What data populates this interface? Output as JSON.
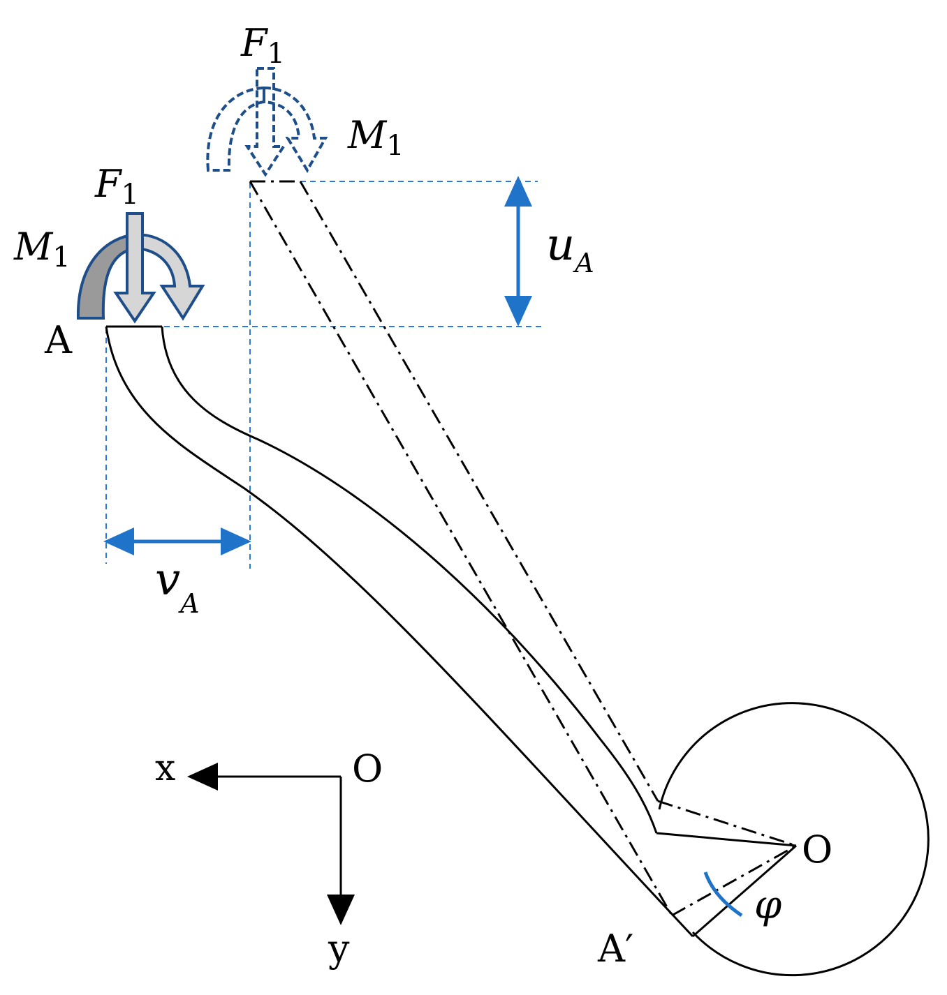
{
  "labels": {
    "force_top": {
      "main": "F",
      "sub": "1"
    },
    "moment_top": {
      "main": "M",
      "sub": "1"
    },
    "force_A": {
      "main": "F",
      "sub": "1"
    },
    "moment_A": {
      "main": "M",
      "sub": "1"
    },
    "point_A": "A",
    "point_A_prime": "A′",
    "point_O_right": "O",
    "axis_origin": "O",
    "axis_x": "x",
    "axis_y": "y",
    "u_disp": {
      "main": "u",
      "sub": "A"
    },
    "v_disp": {
      "main": "v",
      "sub": "A"
    },
    "angle": "φ"
  },
  "colors": {
    "blue": "#1f73c8",
    "navy": "#1d4e89",
    "gray_fill": "#d0d0d0",
    "dark_gray_fill": "#9a9a9a",
    "ink": "#000000"
  }
}
